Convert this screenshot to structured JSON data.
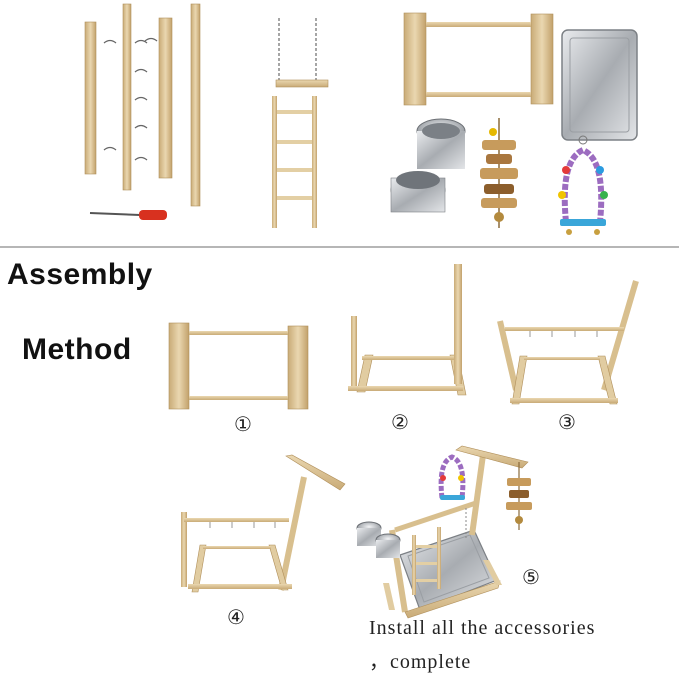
{
  "headings": {
    "assembly": "Assembly",
    "method": "Method"
  },
  "steps": [
    "①",
    "②",
    "③",
    "④",
    "⑤"
  ],
  "note": {
    "line1": "Install all the accessories",
    "line2": "，complete"
  },
  "colors": {
    "wood_light": "#e6d3ab",
    "wood_mid": "#d8bf8e",
    "wood_dark": "#b99a66",
    "steel": "#b9bcc0",
    "steel_dark": "#7c8085",
    "divider": "#8a8a8a",
    "handle": "#d8311f"
  }
}
